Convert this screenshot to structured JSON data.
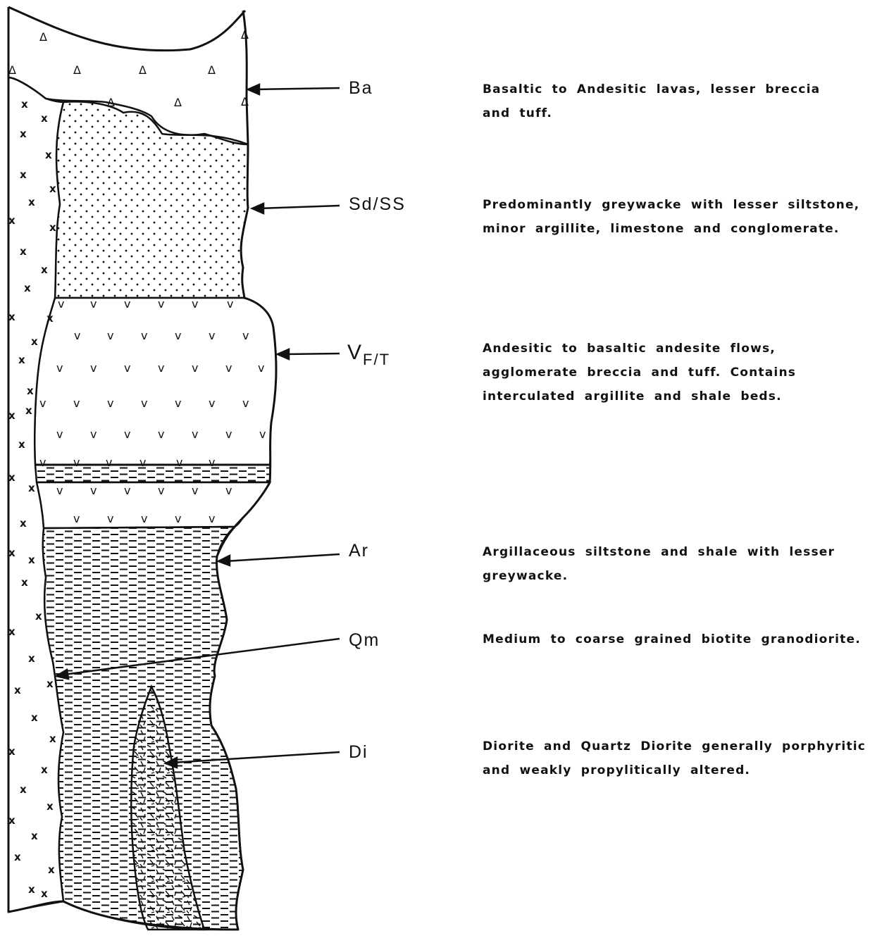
{
  "units": [
    {
      "code": "Ba",
      "description": "Basaltic to Andesitic lavas, lesser breccia and tuff."
    },
    {
      "code": "Sd/SS",
      "description": "Predominantly greywacke with lesser siltstone, minor argillite, limestone and conglomerate."
    },
    {
      "code": "V",
      "code_sub": "F/T",
      "description": "Andesitic to basaltic andesite flows, agglomerate breccia and tuff. Contains interculated argillite and shale beds."
    },
    {
      "code": "Ar",
      "description": "Argillaceous siltstone and shale with lesser greywacke."
    },
    {
      "code": "Qm",
      "description": "Medium to coarse grained biotite granodiorite."
    },
    {
      "code": "Di",
      "description": "Diorite and Quartz Diorite generally porphyritic and weakly propylitically altered."
    }
  ],
  "colors": {
    "ink": "#111111",
    "paper": "#ffffff"
  }
}
